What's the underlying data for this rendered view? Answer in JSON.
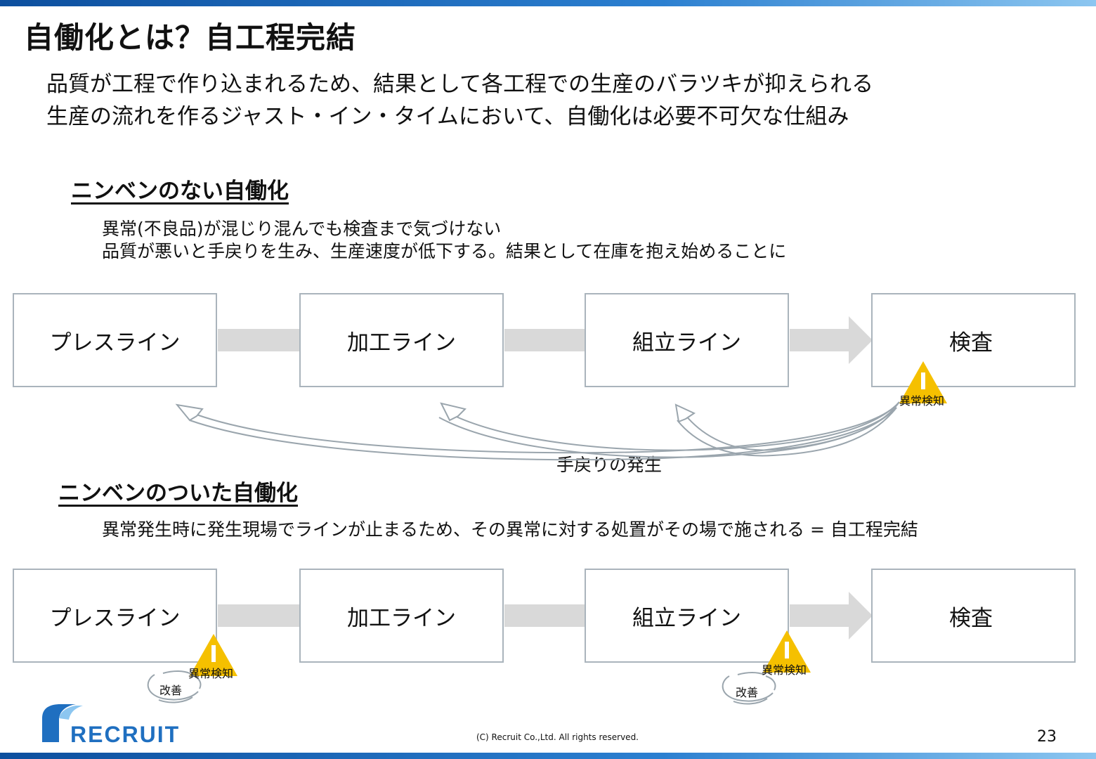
{
  "title": "自働化とは？自工程完結",
  "lead": [
    "品質が工程で作り込まれるため、結果として各工程での生産のバラツキが抑えられる",
    "生産の流れを作るジャスト・イン・タイムにおいて、自働化は必要不可欠な仕組み"
  ],
  "section1": {
    "heading": "ニンベンのない自働化",
    "desc": [
      "異常(不良品)が混じり混んでも検査まで気づけない",
      "品質が悪いと手戻りを生み、生産速度が低下する。結果として在庫を抱え始めることに"
    ],
    "boxes": [
      "プレスライン",
      "加工ライン",
      "組立ライン",
      "検査"
    ],
    "alert_label": "異常検知",
    "rework_label": "手戻りの発生"
  },
  "section2": {
    "heading": "ニンベンのついた自働化",
    "desc": "異常発生時に発生現場でラインが止まるため、その異常に対する処置がその場で施される = 自工程完結",
    "boxes": [
      "プレスライン",
      "加工ライン",
      "組立ライン",
      "検査"
    ],
    "alert_label": "異常検知",
    "kaizen_label": "改善"
  },
  "footer": "(C) Recruit Co.,Ltd. All rights reserved.",
  "page_number": "23",
  "logo": {
    "text": "RECRUIT",
    "icon": "recruit-logo-icon"
  },
  "colors": {
    "accent_blue": "#1f6fc0",
    "warning_yellow": "#f5c000",
    "arrow_gray": "#d9d9d9",
    "box_border": "#aab4bc"
  }
}
